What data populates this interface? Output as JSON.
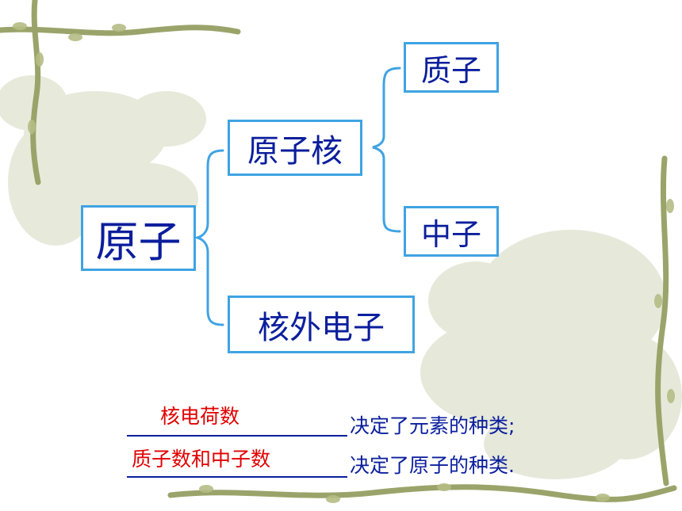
{
  "diagram": {
    "root": "原子",
    "nucleus": "原子核",
    "proton": "质子",
    "neutron": "中子",
    "electrons": "核外电子"
  },
  "statements": [
    {
      "answer": "核电荷数",
      "text": "决定了元素的种类;"
    },
    {
      "answer": "质子数和中子数",
      "text": "决定了原子的种类."
    }
  ],
  "colors": {
    "box_border": "#3fa3e3",
    "box_text": "#0a1e9c",
    "answer_text": "#e00000",
    "vine": "#9aa46a"
  }
}
